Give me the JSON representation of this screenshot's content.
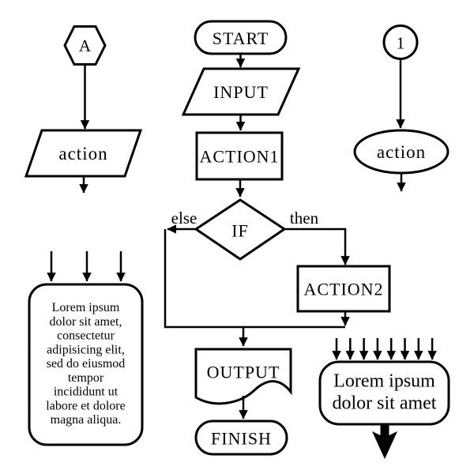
{
  "diagram": {
    "title": "flowchart-demo",
    "background_color": "#ffffff",
    "line_color": "#000000",
    "nodes": {
      "hex_connector": {
        "label": "A",
        "shape": "hexagon"
      },
      "left_action": {
        "label": "action",
        "shape": "parallelogram"
      },
      "start": {
        "label": "START",
        "shape": "terminator"
      },
      "input": {
        "label": "INPUT",
        "shape": "parallelogram"
      },
      "action1": {
        "label": "ACTION1",
        "shape": "rectangle"
      },
      "decision": {
        "label": "IF",
        "shape": "diamond",
        "branch_left": "else",
        "branch_right": "then"
      },
      "action2": {
        "label": "ACTION2",
        "shape": "rectangle"
      },
      "output": {
        "label": "OUTPUT",
        "shape": "document"
      },
      "finish": {
        "label": "FINISH",
        "shape": "terminator"
      },
      "circle_connector": {
        "label": "1",
        "shape": "circle"
      },
      "right_action": {
        "label": "action",
        "shape": "ellipse"
      },
      "note_left": {
        "shape": "rounded-rectangle",
        "incoming_arrows": 3,
        "lines": [
          "Lorem ipsum",
          "dolor sit amet,",
          "consectetur",
          "adipisicing elit,",
          "sed do eiusmod",
          "tempor",
          "incididunt ut",
          "labore et dolore",
          "magna aliqua."
        ]
      },
      "note_right": {
        "shape": "rounded-rectangle",
        "incoming_arrows": 8,
        "lines": [
          "Lorem ipsum",
          "dolor sit amet"
        ]
      }
    }
  }
}
